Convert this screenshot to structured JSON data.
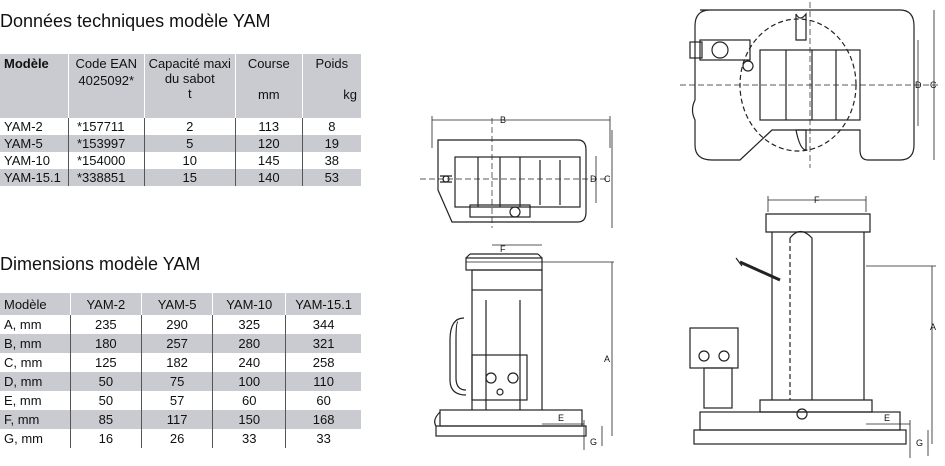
{
  "specs": {
    "title": "Données techniques modèle YAM",
    "header": {
      "model": "Modèle",
      "ean": "Code EAN",
      "ean_sub": "4025092*",
      "capacity": "Capacité maxi",
      "capacity_sub": "du sabot",
      "capacity_unit": "t",
      "stroke": "Course",
      "stroke_unit": "mm",
      "weight": "Poids",
      "weight_unit": "kg"
    },
    "rows": [
      {
        "model": "YAM-2",
        "ean": "*157711",
        "capacity": "2",
        "stroke": "113",
        "weight": "8"
      },
      {
        "model": "YAM-5",
        "ean": "*153997",
        "capacity": "5",
        "stroke": "120",
        "weight": "19"
      },
      {
        "model": "YAM-10",
        "ean": "*154000",
        "capacity": "10",
        "stroke": "145",
        "weight": "38"
      },
      {
        "model": "YAM-15.1",
        "ean": "*338851",
        "capacity": "15",
        "stroke": "140",
        "weight": "53"
      }
    ]
  },
  "dimensions": {
    "title": "Dimensions modèle YAM",
    "header": [
      "Modèle",
      "YAM-2",
      "YAM-5",
      "YAM-10",
      "YAM-15.1"
    ],
    "rows": [
      [
        "A, mm",
        "235",
        "290",
        "325",
        "344"
      ],
      [
        "B, mm",
        "180",
        "257",
        "280",
        "321"
      ],
      [
        "C, mm",
        "125",
        "182",
        "240",
        "258"
      ],
      [
        "D, mm",
        "50",
        "75",
        "100",
        "110"
      ],
      [
        "E, mm",
        "50",
        "57",
        "60",
        "60"
      ],
      [
        "F, mm",
        "85",
        "117",
        "150",
        "168"
      ],
      [
        "G, mm",
        "16",
        "26",
        "33",
        "33"
      ]
    ]
  },
  "drawing_labels": {
    "a": "A",
    "b": "B",
    "c": "C",
    "d": "D",
    "e": "E",
    "f": "F",
    "g": "G"
  }
}
